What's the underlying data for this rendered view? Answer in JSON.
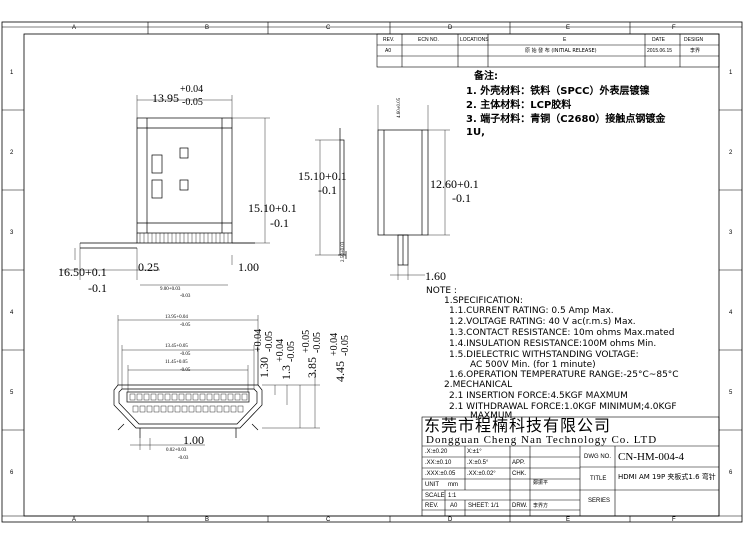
{
  "border": {
    "cols": [
      "A",
      "B",
      "C",
      "D",
      "E",
      "F"
    ],
    "rows": [
      "1",
      "2",
      "3",
      "4",
      "5",
      "6"
    ]
  },
  "revision": {
    "headers": {
      "rev": "REV.",
      "ecn": "ECN NO.",
      "locations": "LOCATIONS",
      "e": "E",
      "date": "DATE",
      "design": "DESIGN"
    },
    "row": {
      "rev": "A0",
      "desc": "原 始 發 布 (INITIAL RELEASE)",
      "date": "2015.06.15",
      "design": "李界"
    }
  },
  "notes_cn": {
    "title": "备注:",
    "items": [
      "1. 外壳材料：铁料（SPCC）外表层镀镍",
      "2. 主体材料：LCP胶料",
      "3. 端子材料：青铜（C2680）接触点钢镀金",
      "1U,"
    ]
  },
  "dims": {
    "top_width": "13.95",
    "top_width_plus": "+0.04",
    "top_width_minus": "-0.05",
    "left_len": "16.50+0.1",
    "left_len_minus": "-0.1",
    "pitch": "0.25",
    "pin_1": "1.00",
    "body_h": "15.10+0.1",
    "body_h_minus": "-0.1",
    "side_h": "15.10+0.1",
    "side_h_minus": "-0.1",
    "side_small": "2.50+0.03",
    "right_h": "12.60+0.1",
    "right_h_minus": "-0.1",
    "right_pin": "1.60",
    "right_top": "4.60±0.05",
    "pin_span": "9.00+0.03",
    "pin_span_minus": "-0.03",
    "front_w1": "13.95+0.04",
    "front_w1_minus": "-0.05",
    "front_w2": "13.45+0.05",
    "front_w2_minus": "-0.05",
    "front_w3": "11.45+0.05",
    "front_w3_minus": "-0.05",
    "v1": "1.30",
    "v1_tol": "+0.04\n-0.05",
    "v2": "1.3",
    "v2_tol": "+0.04\n-0.05",
    "v3": "3.85",
    "v3_tol": "+0.05\n-0.05",
    "v4": "4.45",
    "v4_tol": "+0.04\n-0.05",
    "bottom_1": "1.00",
    "bottom_small": "0.02+0.03",
    "bottom_small_minus": "-0.03"
  },
  "notes_en": [
    "NOTE :",
    "1.SPECIFICATION:",
    "1.1.CURRENT RATING: 0.5 Amp Max.",
    "1.2.VOLTAGE RATING: 40 V ac(r.m.s) Max.",
    "1.3.CONTACT RESISTANCE: 10m ohms Max.mated",
    "1.4.INSULATION RESISTANCE:100M ohms Min.",
    "1.5.DIELECTRIC WITHSTANDING VOLTAGE:",
    "AC 500V Min. (for 1 minute)",
    "1.6.OPERATION TEMPERATURE RANGE:-25°C~85°C",
    "2.MECHANICAL",
    "2.1 INSERTION FORCE:4.5KGF MAXMUM",
    "2.1 WITHDRAWAL FORCE:1.0KGF MINIMUM;4.0KGF",
    "MAXMUM"
  ],
  "title_block": {
    "company_cn": "东莞市程楠科技有限公司",
    "company_en": "Dongguan Cheng Nan Technology Co. LTD",
    "tol": [
      ".X:±0.20",
      ".XX:±0.10",
      ".XXX:±0.05"
    ],
    "ang": [
      "X:±1°",
      ".X:±0.5°",
      ".XX:±0.02°"
    ],
    "unit_label": "UNIT",
    "unit_val": "mm",
    "scale_label": "SCALE",
    "scale_val": "1:1",
    "rev_label": "REV.",
    "rev_val": "A0",
    "sheet": "SHEET: 1/1",
    "app": "APP.",
    "chk": "CHK.",
    "drw": "DRW.",
    "chk_name": "鄭振平",
    "drw_name": "李界方",
    "dwg_label": "DWG NO.",
    "dwg_val": "CN-HM-004-4",
    "title_label": "TITLE",
    "title_val": "HDMI AM 19P 夹板式1.6 弯针",
    "series_label": "SERIES"
  }
}
